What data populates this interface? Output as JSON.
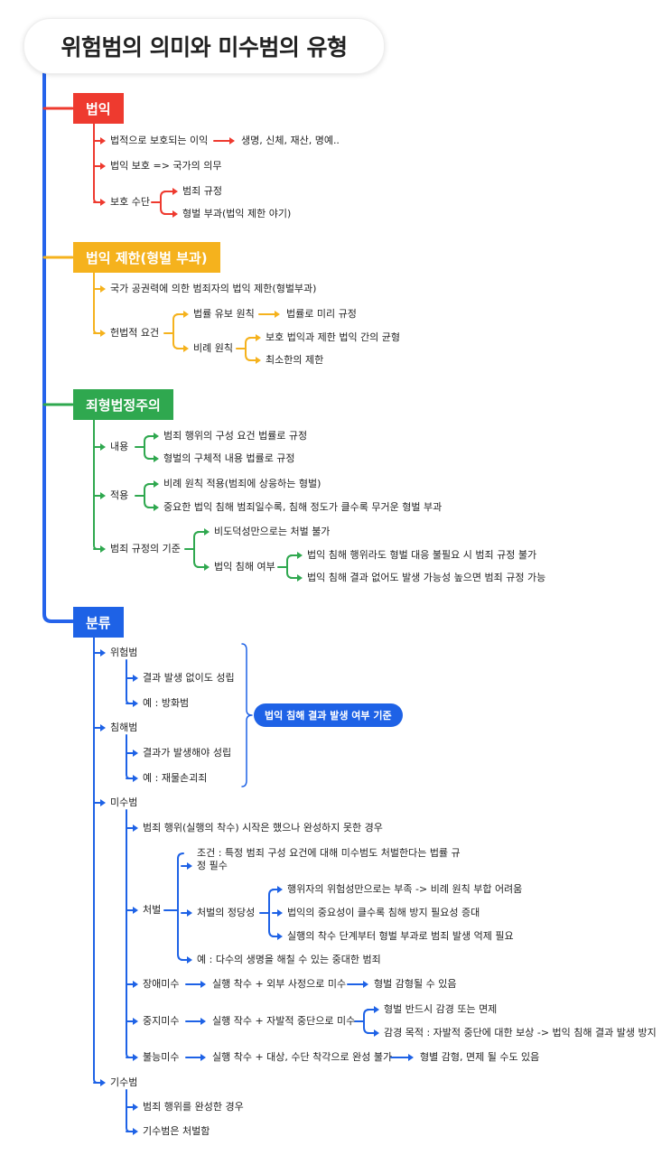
{
  "title": "위험범의 의미와 미수범의 유형",
  "colors": {
    "red": "#ee3a2f",
    "yellow": "#f5b21d",
    "green": "#2fa84f",
    "blue": "#1e62e6",
    "spine": "#2563eb"
  },
  "sections": {
    "s1": {
      "label": "법익",
      "items": [
        "법적으로 보호되는 이익",
        "생명, 신체, 재산, 명예..",
        "법익 보호 => 국가의 의무",
        "보호 수단",
        "범죄 규정",
        "형벌 부과(법익 제한 야기)"
      ]
    },
    "s2": {
      "label": "법익 제한(형벌 부과)",
      "items": [
        "국가 공권력에 의한 범죄자의 법익 제한(형벌부과)",
        "헌법적 요건",
        "법률 유보 원칙",
        "법률로 미리 규정",
        "비례 원칙",
        "보호 법익과 제한 법익 간의 균형",
        "최소한의 제한"
      ]
    },
    "s3": {
      "label": "죄형법정주의",
      "items": [
        "내용",
        "범죄 행위의 구성 요건 법률로 규정",
        "형벌의 구체적 내용 법률로 규정",
        "적용",
        "비례 원칙 적용(범죄에 상응하는 형벌)",
        "중요한 법익 침해 범죄일수록, 침해 정도가 클수록 무거운 형벌 부과",
        "범죄 규정의 기준",
        "비도덕성만으로는 처벌 불가",
        "법익 침해 여부",
        "법익 침해 행위라도 형벌 대응 불필요 시 범죄 규정 불가",
        "법익 침해 결과 없어도 발생 가능성 높으면 범죄 규정 가능"
      ]
    },
    "s4": {
      "label": "분류",
      "pill": "법익 침해 결과 발생 여부 기준",
      "items": [
        "위험범",
        "결과 발생 없이도 성립",
        "예 : 방화범",
        "침해범",
        "결과가 발생해야 성립",
        "예 : 재물손괴죄",
        "미수범",
        "범죄 행위(실행의 착수) 시작은 했으나 완성하지 못한 경우",
        "처벌",
        "조건 : 특정 범죄 구성 요건에 대해 미수범도 처벌한다는 법률 규정 필수",
        "처벌의 정당성",
        "행위자의 위험성만으로는 부족 -> 비례 원칙 부합 어려움",
        "법익의 중요성이 클수록 침해 방지 필요성 증대",
        "실행의 착수 단계부터 형벌 부과로 범죄 발생 억제 필요",
        "예 : 다수의 생명을 해칠 수 있는 중대한 범죄",
        "장애미수",
        "실행 착수 + 외부 사정으로 미수",
        "형벌 감형될 수 있음",
        "중지미수",
        "실행 작수 + 자발적 중단으로 미수",
        "형벌 반드시 감경 또는 면제",
        "감경 목적 : 자발적 중단에 대한 보상 -> 법익 침해 결과 발생 방지",
        "불능미수",
        "실행 착수 + 대상, 수단 착각으로 완성 불가",
        "형별 감형, 면제 될 수도 있음",
        "기수범",
        "범죄 행위를 완성한 경우",
        "기수범은 처벌함"
      ]
    }
  }
}
